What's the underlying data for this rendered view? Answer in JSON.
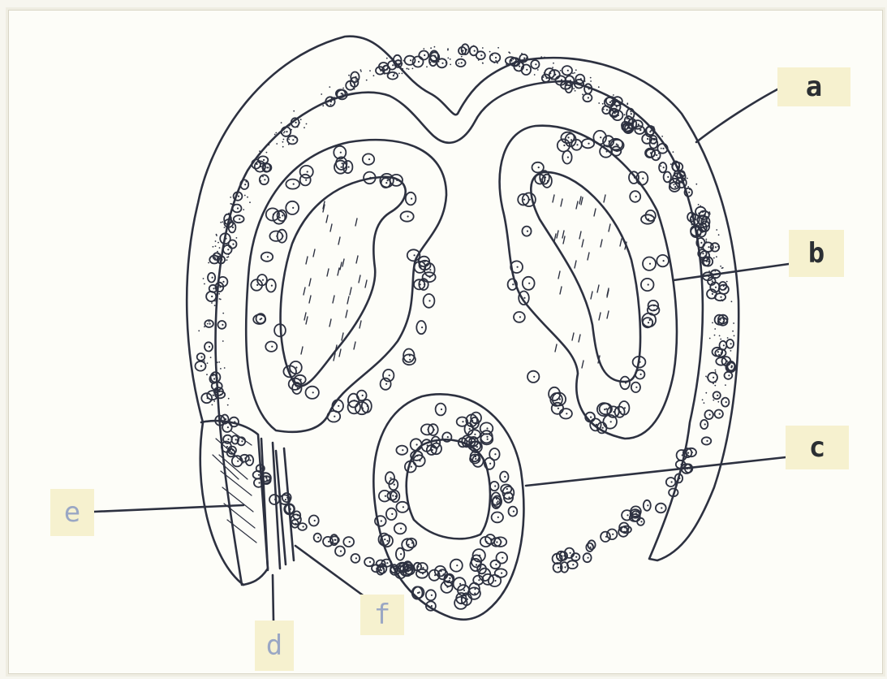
{
  "labels": {
    "a": "a",
    "b": "b",
    "c": "c",
    "d": "d",
    "e": "e",
    "f": "f"
  },
  "colors": {
    "ink": "#2d3140",
    "paper": "#fdfdf8",
    "label_bg": "#f6f1cf"
  }
}
